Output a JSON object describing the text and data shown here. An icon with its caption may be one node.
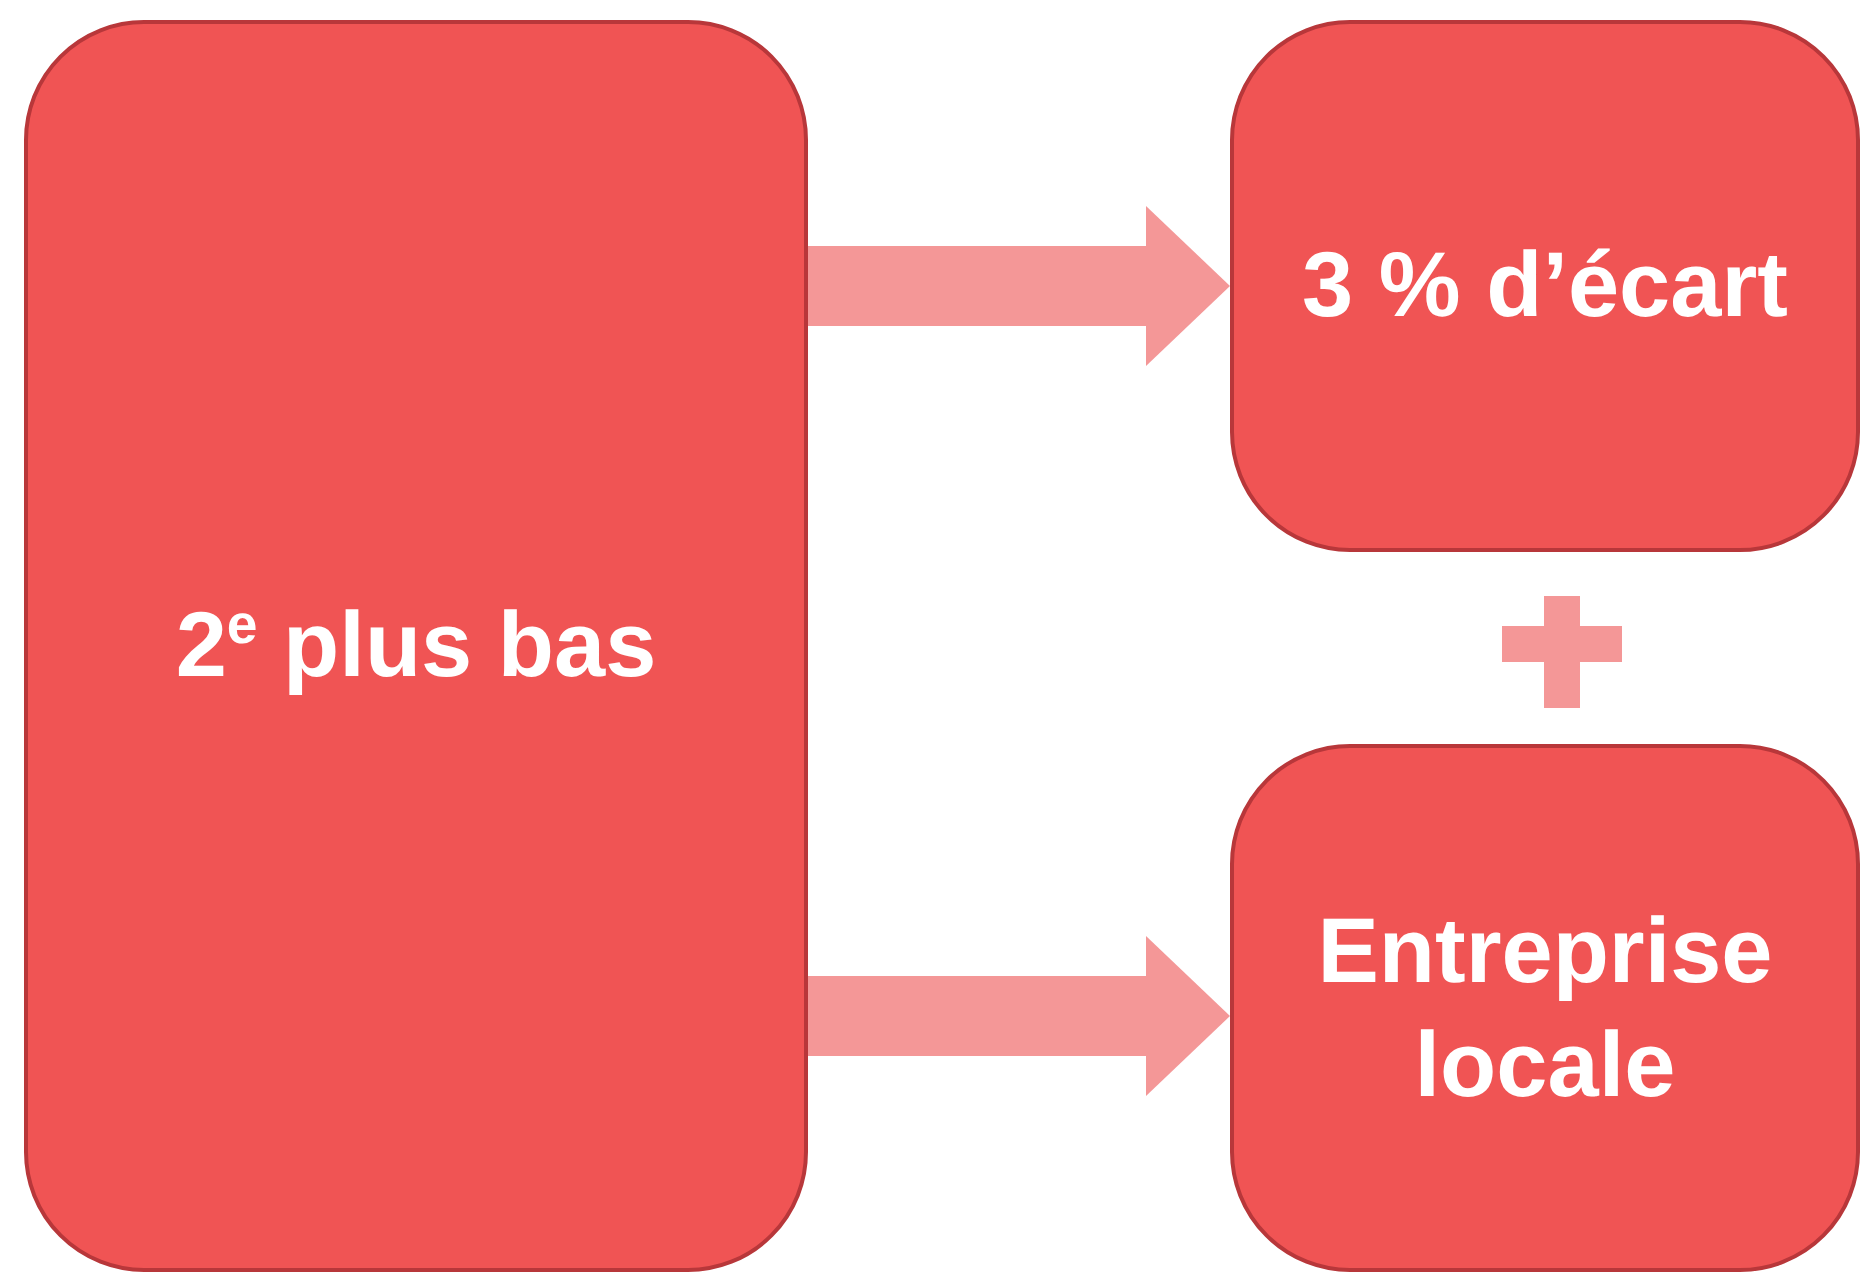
{
  "diagram": {
    "nodes": [
      {
        "text": [
          "2$^{e}$ plus bas"
        ]
      },
      {
        "text": [
          "3 % d’écart"
        ]
      },
      {
        "text": [
          "Entreprise locale"
        ]
      }
    ],
    "edges": [
      {
        "from": 0,
        "to": 1,
        "arrow": "to"
      },
      {
        "from": 0,
        "to": 2,
        "arrow": "to"
      }
    ]
  }
}
